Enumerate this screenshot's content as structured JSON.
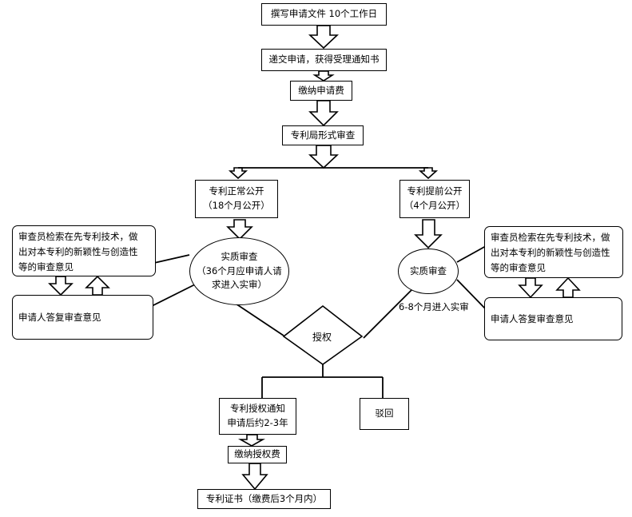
{
  "flow": {
    "step_write": "撰写申请文件 10个工作日",
    "step_submit": "递交申请，获得受理通知书",
    "step_fee": "缴纳申请费",
    "step_formal": "专利局形式审查",
    "normal_pub": {
      "line1": "专利正常公开",
      "line2": "（18个月公开）"
    },
    "early_pub": {
      "line1": "专利提前公开",
      "line2": "（4个月公开）"
    },
    "exam_left": {
      "line1": "实质审查",
      "line2": "（36个月应申请人请",
      "line3": "求进入实审）"
    },
    "exam_right": "实质审查",
    "exam_right_note": "6-8个月进入实审",
    "examiner_left": {
      "line1": "审查员检索在先专利技术，做",
      "line2": "出对本专利的新颖性与创造性",
      "line3": "等的审查意见"
    },
    "examiner_right": {
      "line1": "审查员检索在先专利技术，做",
      "line2": "出对本专利的新颖性与创造性",
      "line3": "等的审查意见"
    },
    "reply_left": "申请人答复审查意见",
    "reply_right": "申请人答复审查意见",
    "grant": "授权",
    "grant_notice": {
      "line1": "专利授权通知",
      "line2": "申请后约2-3年"
    },
    "reject": "驳回",
    "grant_fee": "缴纳授权费",
    "certificate": "专利证书（缴费后3个月内）"
  }
}
